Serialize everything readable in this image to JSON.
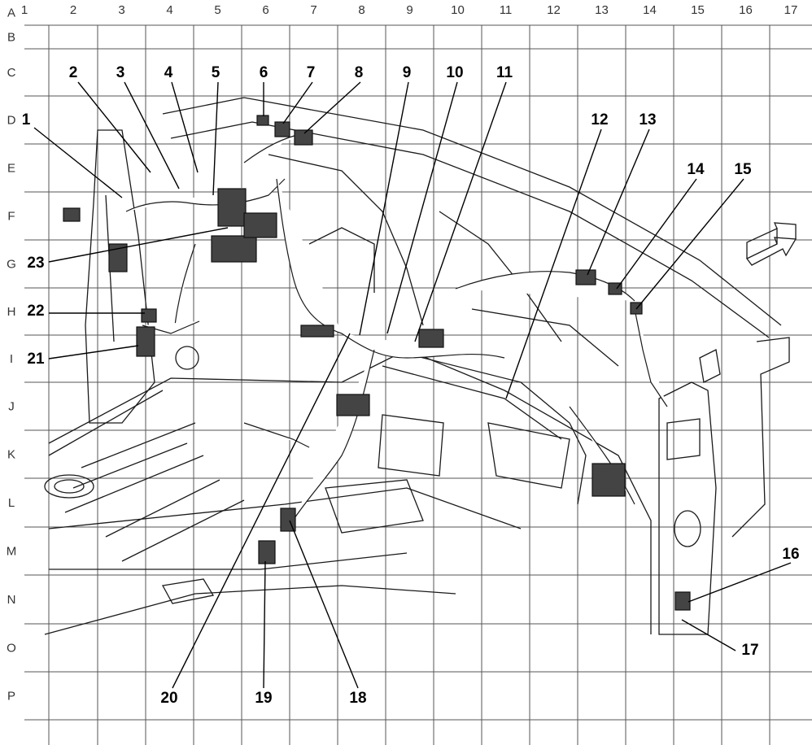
{
  "grid": {
    "columns": [
      "1",
      "2",
      "3",
      "4",
      "5",
      "6",
      "7",
      "8",
      "9",
      "10",
      "11",
      "12",
      "13",
      "14",
      "15",
      "16",
      "17"
    ],
    "rows": [
      "A",
      "B",
      "C",
      "D",
      "E",
      "F",
      "G",
      "H",
      "I",
      "J",
      "K",
      "L",
      "M",
      "N",
      "O",
      "P"
    ]
  },
  "callouts": [
    "1",
    "2",
    "3",
    "4",
    "5",
    "6",
    "7",
    "8",
    "9",
    "10",
    "11",
    "12",
    "13",
    "14",
    "15",
    "16",
    "17",
    "18",
    "19",
    "20",
    "21",
    "22",
    "23"
  ],
  "icons": {
    "direction": "front-direction-arrow-icon"
  }
}
